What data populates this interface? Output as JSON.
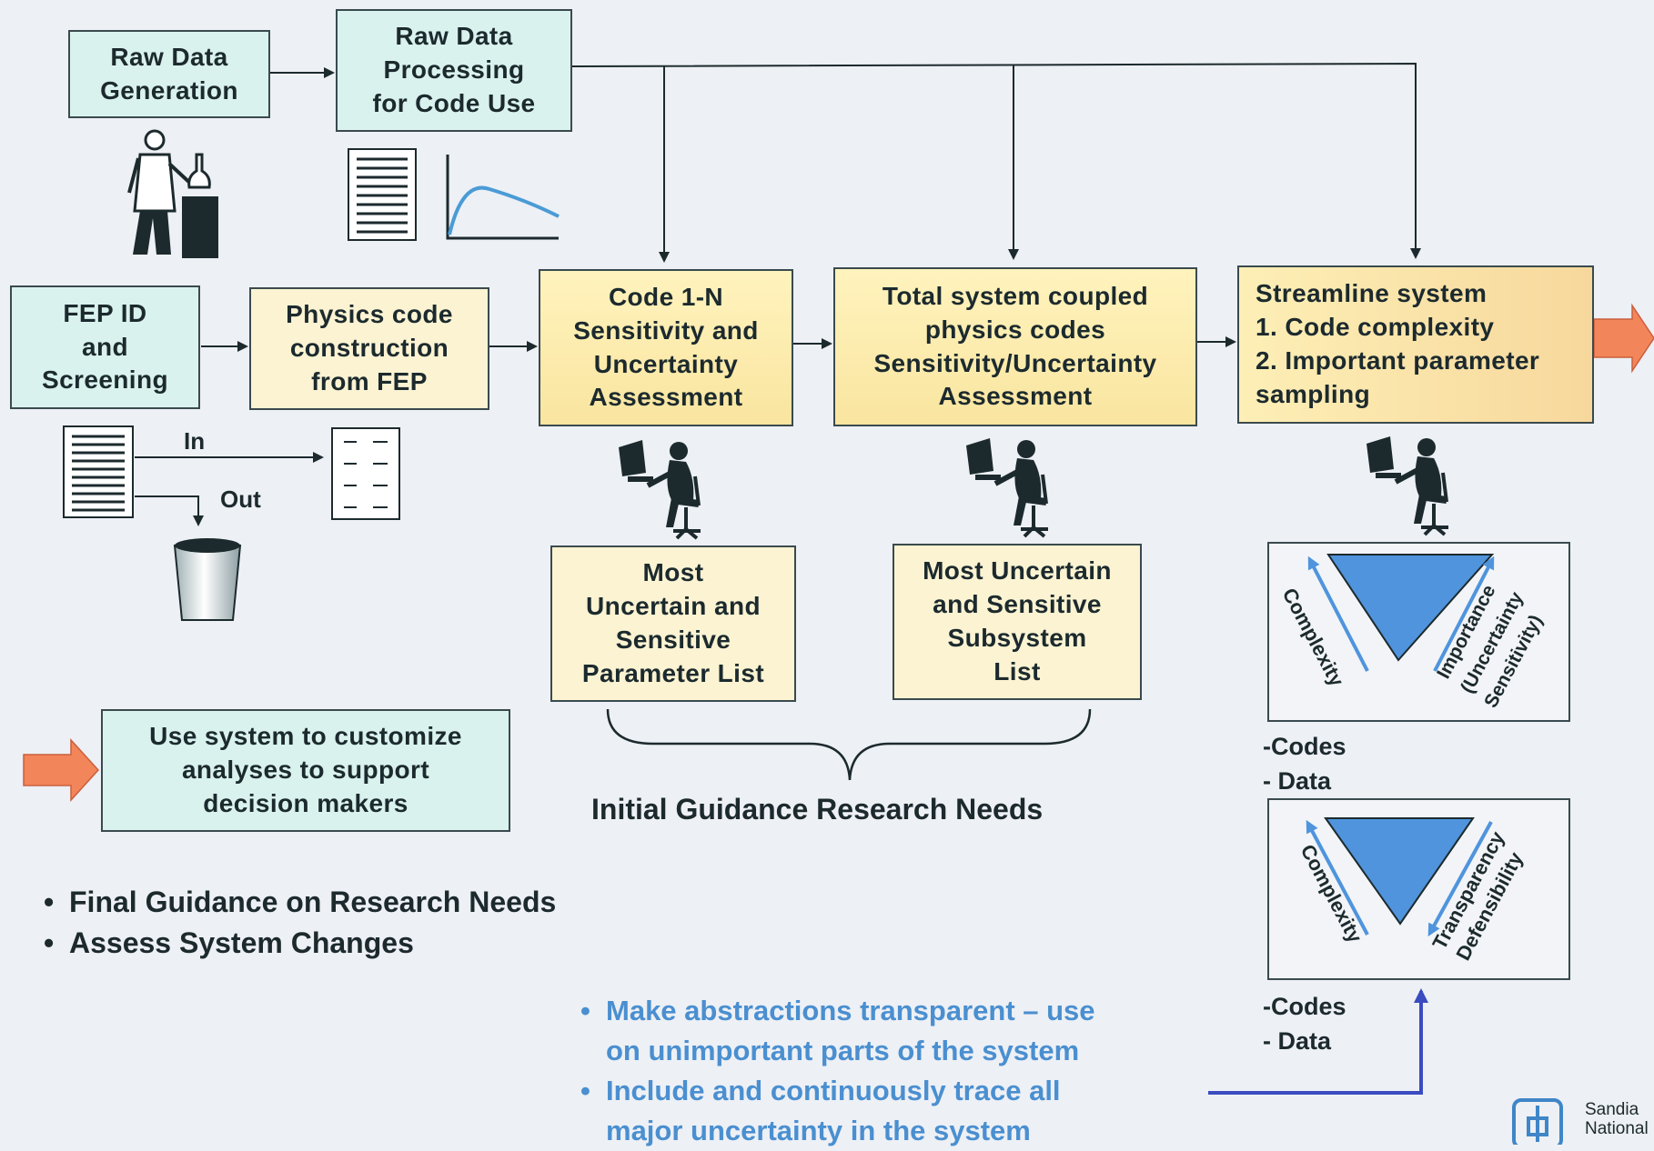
{
  "boxes": {
    "raw_data_generation": [
      "Raw Data",
      "Generation"
    ],
    "raw_data_processing": [
      "Raw Data",
      "Processing",
      "for Code Use"
    ],
    "fep_id": [
      "FEP ID",
      "and",
      "Screening"
    ],
    "physics_code": [
      "Physics code",
      "construction",
      "from FEP"
    ],
    "code_1n": [
      "Code 1-N",
      "Sensitivity and",
      "Uncertainty",
      "Assessment"
    ],
    "total_system": [
      "Total system coupled",
      "physics codes",
      "Sensitivity/Uncertainty",
      "Assessment"
    ],
    "streamline": [
      "Streamline system",
      "1. Code complexity",
      "2. Important parameter",
      "sampling"
    ],
    "param_list": [
      "Most",
      "Uncertain and",
      "Sensitive",
      "Parameter List"
    ],
    "subsystem_list": [
      "Most Uncertain",
      "and Sensitive",
      "Subsystem",
      "List"
    ],
    "use_system": [
      "Use system to customize",
      "analyses to support",
      "decision makers"
    ]
  },
  "labels": {
    "in": "In",
    "out": "Out",
    "initial_guidance": "Initial Guidance Research Needs"
  },
  "triangles": {
    "top": {
      "left": "Complexity",
      "right": [
        "Importance",
        "(Uncertainty",
        "Sensitivity)"
      ]
    },
    "bottom": {
      "left": "Complexity",
      "right": [
        "Transparency",
        "Defensibility"
      ]
    }
  },
  "codes_data_1": [
    "-Codes",
    "- Data"
  ],
  "codes_data_2": [
    "-Codes",
    "- Data"
  ],
  "final_bullets": [
    "Final Guidance on Research Needs",
    "Assess System Changes"
  ],
  "blue_bullets": [
    [
      "Make abstractions transparent – use",
      "on unimportant parts of the system"
    ],
    [
      "Include and continuously trace all",
      "major uncertainty in the system"
    ]
  ],
  "logo": [
    "Sandia",
    "National"
  ],
  "colors": {
    "teal_box": "#d9f2ee",
    "cream_box": "#fbf3d2",
    "yellow_box": "#fff3bd",
    "blue_text": "#4a8fd0",
    "triangle_blue": "#4f94dd",
    "orange_arrow": "#f3855a",
    "feedback_line": "#3b4cc0"
  }
}
